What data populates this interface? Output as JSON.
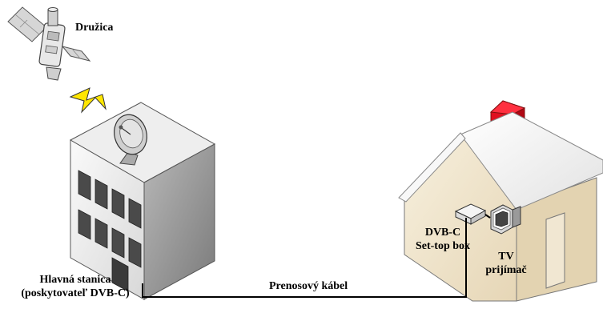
{
  "labels": {
    "satellite": "Družica",
    "headend_line1": "Hlavná stanica",
    "headend_line2": "(poskytovateľ DVB-C)",
    "cable": "Prenosový kábel",
    "settop_line1": "DVB-C",
    "settop_line2": "Set-top box",
    "tv_line1": "TV",
    "tv_line2": "prijímač"
  },
  "icons": {
    "satellite": "satellite-icon",
    "signal": "lightning-signal-icon",
    "dish": "satellite-dish-icon",
    "building": "headend-building-icon",
    "house": "house-icon",
    "settop": "set-top-box-icon",
    "tv": "tv-receiver-icon",
    "cable": "coax-cable-line"
  },
  "colors": {
    "building_front": "#eeeeee",
    "building_side": "#9a9a9a",
    "house_wall": "#f0e6d0",
    "roof": "#f4f4f4",
    "chimney": "#e01020",
    "signal": "#ffe600",
    "line": "#000000"
  }
}
